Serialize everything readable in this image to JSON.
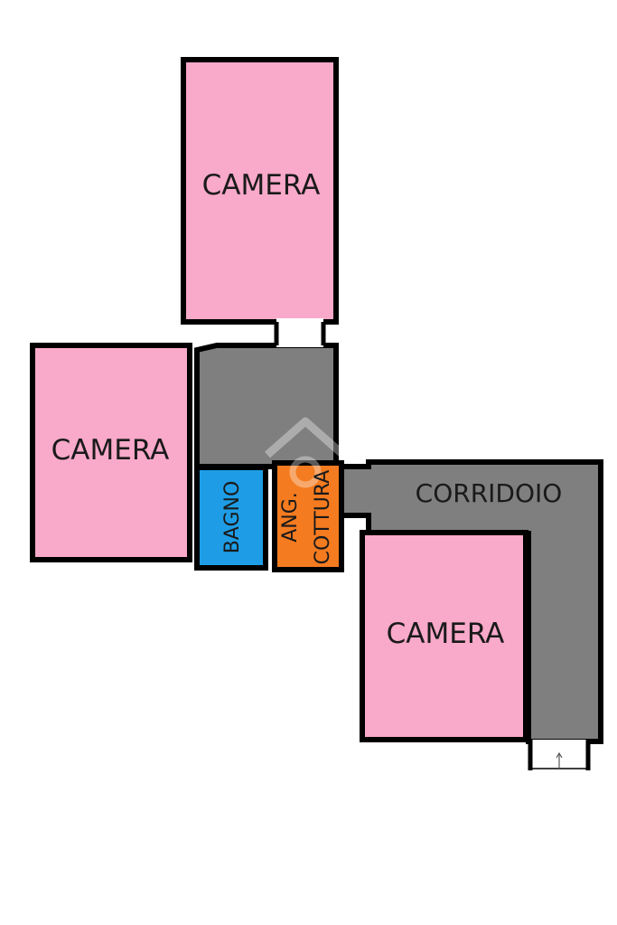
{
  "colors": {
    "camera": "#f9a9c9",
    "bagno": "#1e9de6",
    "cottura": "#f47b20",
    "distribution": "#7f7f7f",
    "wall": "#000000",
    "background": "#ffffff"
  },
  "rooms": {
    "camera_top": {
      "label": "CAMERA"
    },
    "camera_left": {
      "label": "CAMERA"
    },
    "camera_right": {
      "label": "CAMERA"
    },
    "bagno": {
      "label": "BAGNO"
    },
    "cottura": {
      "line1": "ANG.",
      "line2": "COTTURA"
    },
    "corridoio": {
      "label": "CORRIDOIO"
    }
  },
  "icons": {
    "entrance": "arrow-up-icon",
    "watermark": "house-watermark-icon"
  }
}
